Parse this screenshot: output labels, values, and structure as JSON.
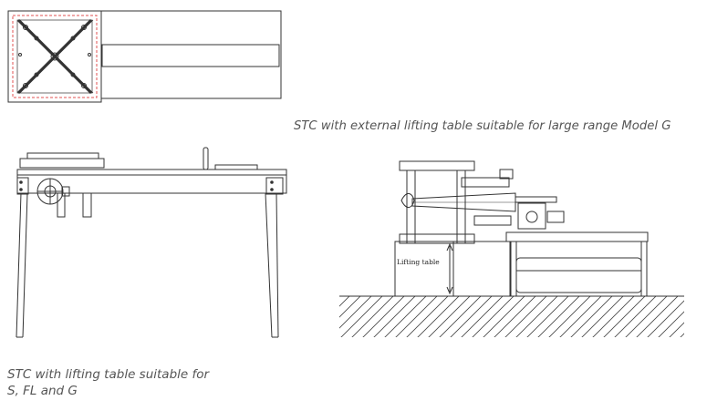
{
  "captions": {
    "external_lifting_table": "STC with external lifting table suitable for large range Model G",
    "lifting_table_line1": "STC with lifting table suitable for",
    "lifting_table_line2": "S, FL and G"
  },
  "labels": {
    "lifting_table": "Lifting table"
  },
  "colors": {
    "line": "#333333",
    "accent_dashed": "#e05050",
    "caption_text": "#555555"
  }
}
